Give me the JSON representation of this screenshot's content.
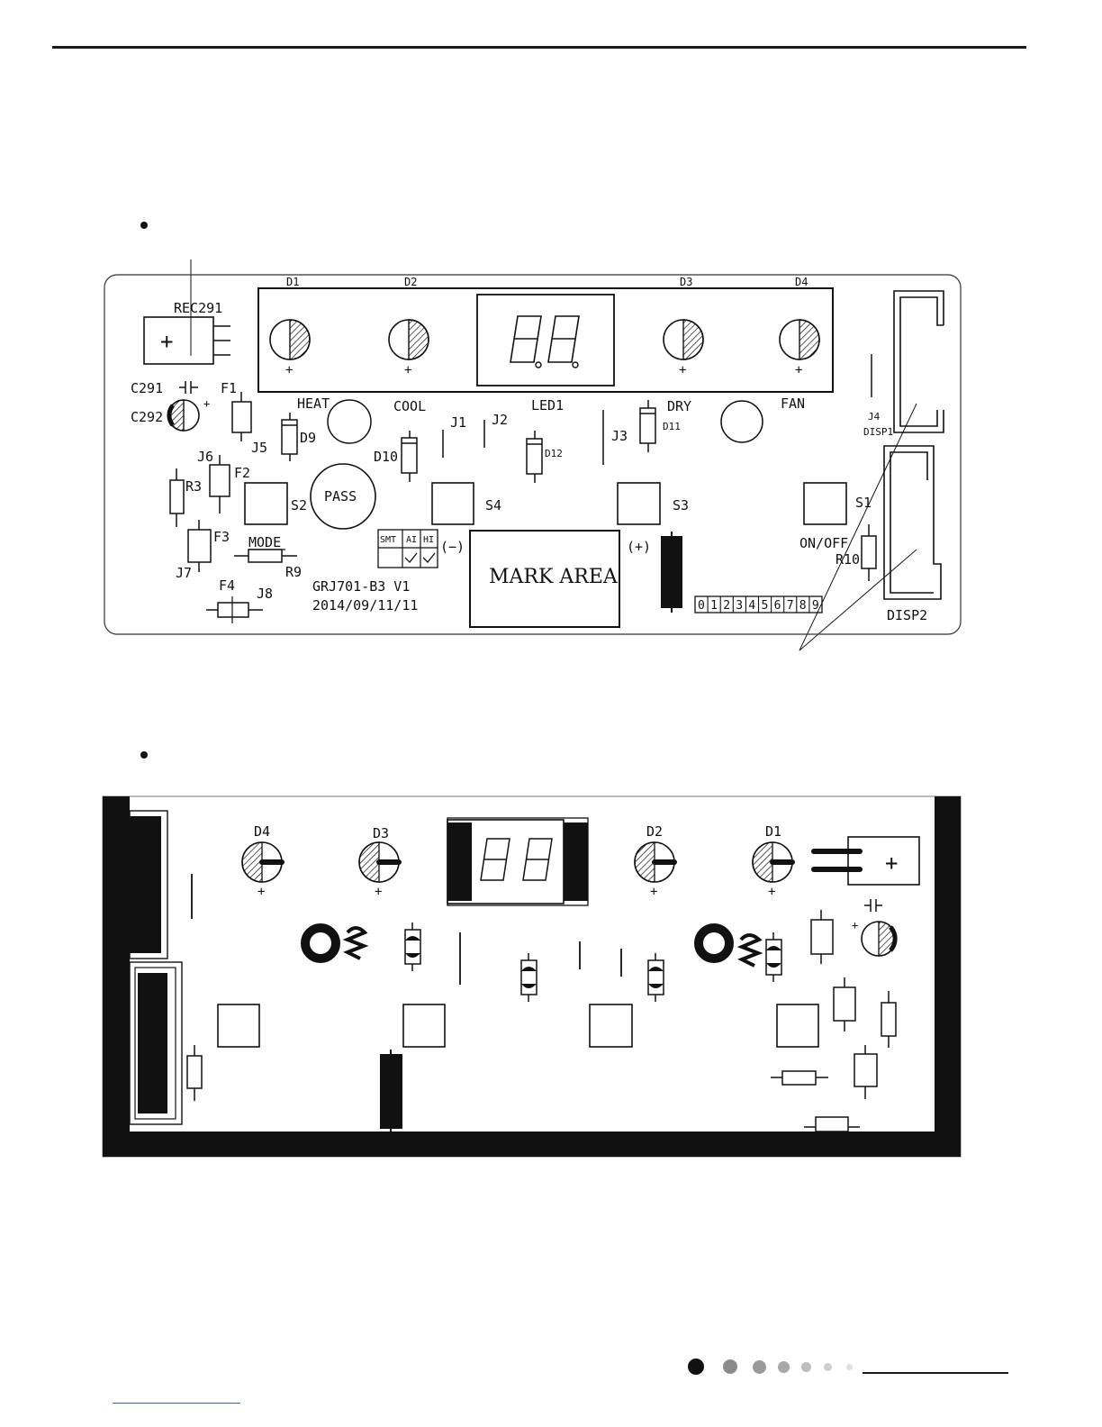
{
  "top_view": {
    "components": {
      "rec291": "REC291",
      "c291": "C291",
      "c292": "C292",
      "f1": "F1",
      "f2": "F2",
      "f3": "F3",
      "f4": "F4",
      "j1": "J1",
      "j2": "J2",
      "j3": "J3",
      "j4": "J4",
      "j5": "J5",
      "j6": "J6",
      "j7": "J7",
      "j8": "J8",
      "r3": "R3",
      "r9": "R9",
      "r10": "R10",
      "d1": "D1",
      "d2": "D2",
      "d3": "D3",
      "d4": "D4",
      "d9": "D9",
      "d10": "D10",
      "d11": "D11",
      "d12": "D12",
      "led1": "LED1",
      "s1": "S1",
      "s2": "S2",
      "s3": "S3",
      "s4": "S4",
      "disp1": "DISP1",
      "disp2": "DISP2"
    },
    "labels": {
      "heat": "HEAT",
      "cool": "COOL",
      "dry": "DRY",
      "fan": "FAN",
      "pass": "PASS",
      "mode": "MODE",
      "on_off": "ON/OFF",
      "minus": "(−)",
      "plus": "(+)",
      "mark_area": "MARK  AREA",
      "board_id": "GRJ701-B3  V1",
      "board_date": "2014/09/11/11",
      "smt_headers": [
        "SMT",
        "AI",
        "HI"
      ],
      "digits": [
        "0",
        "1",
        "2",
        "3",
        "4",
        "5",
        "6",
        "7",
        "8",
        "9"
      ],
      "polarity": "+"
    }
  },
  "bottom_view": {
    "components": {
      "d1": "D1",
      "d2": "D2",
      "d3": "D3",
      "d4": "D4"
    },
    "polarity": "+"
  },
  "footer": {
    "dot_colors": [
      "#111111",
      "#8a8a8a",
      "#9a9a9a",
      "#a8a8a8",
      "#bdbdbd",
      "#cfcfcf",
      "#e0e0e0"
    ]
  }
}
